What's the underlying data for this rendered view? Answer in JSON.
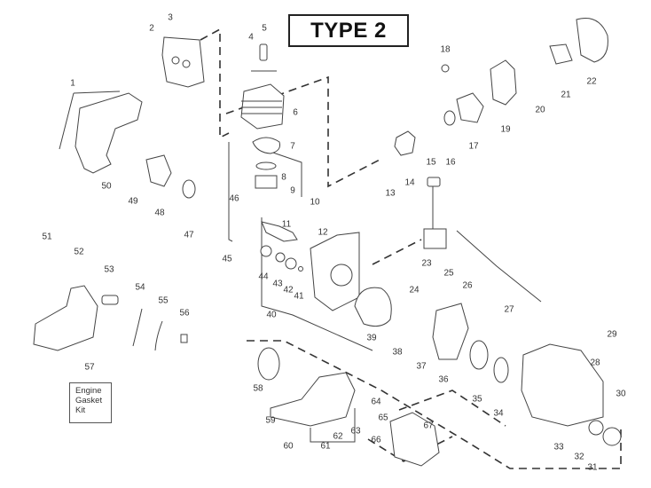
{
  "title": "TYPE 2",
  "kit_box": {
    "number": "57",
    "lines": [
      "Engine",
      "Gasket",
      "Kit"
    ]
  },
  "part_numbers": [
    "1",
    "2",
    "3",
    "4",
    "5",
    "6",
    "7",
    "8",
    "9",
    "10",
    "11",
    "12",
    "13",
    "14",
    "15",
    "16",
    "17",
    "18",
    "19",
    "20",
    "21",
    "22",
    "23",
    "24",
    "25",
    "26",
    "27",
    "28",
    "29",
    "30",
    "31",
    "32",
    "33",
    "34",
    "35",
    "36",
    "37",
    "38",
    "39",
    "40",
    "41",
    "42",
    "43",
    "44",
    "45",
    "46",
    "47",
    "48",
    "49",
    "50",
    "51",
    "52",
    "53",
    "54",
    "55",
    "56",
    "58",
    "59",
    "60",
    "61",
    "62",
    "63",
    "64",
    "65",
    "66",
    "67"
  ]
}
